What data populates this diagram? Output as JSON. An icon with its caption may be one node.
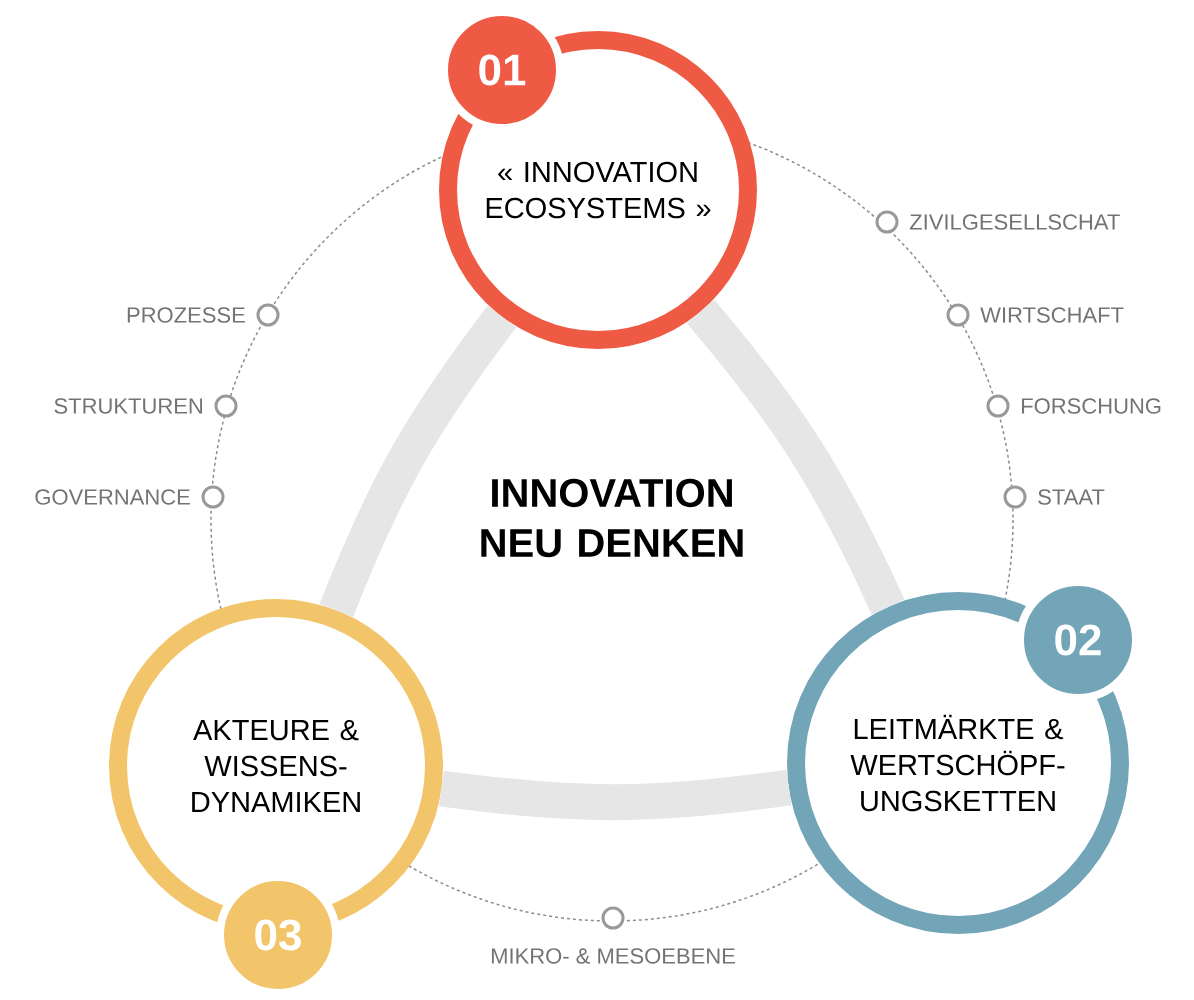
{
  "diagram": {
    "title": "INNOVATION NEU DENKEN",
    "nodes": [
      {
        "text": [
          "« INNOVATION ECOSYSTEMS »"
        ]
      },
      {
        "text": [
          "01"
        ]
      },
      {
        "text": [
          "LEITMÄRKTE & WERTSCHÖPF- UNGSKETTEN"
        ]
      },
      {
        "text": [
          "02"
        ]
      },
      {
        "text": [
          "AKTEURE & WISSENS- DYNAMIKEN"
        ]
      },
      {
        "text": [
          "03"
        ]
      }
    ],
    "edges": [
      {
        "from": 0,
        "to": 2,
        "arrow": "none"
      },
      {
        "from": 2,
        "to": 4,
        "arrow": "none"
      },
      {
        "from": 4,
        "to": 0,
        "arrow": "none"
      }
    ],
    "labels": [
      "ZIVILGESELLSCHAT",
      "PROZESSE",
      "WIRTSCHAFT",
      "STRUKTUREN",
      "FORSCHUNG",
      "GOVERNANCE",
      "STAAT",
      "MIKRO- & MESOEBENE"
    ]
  }
}
